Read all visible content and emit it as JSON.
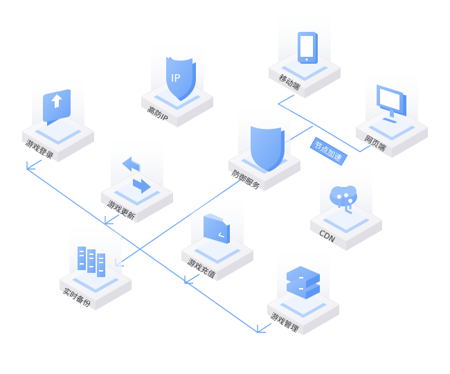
{
  "colors": {
    "line": "#6aa6f8",
    "icon_main": "#8ab8fb",
    "icon_light": "#c6dcfd",
    "icon_dark": "#5c97f4",
    "platform_top": "#f7f7f9",
    "platform_side": "#e9e9ee",
    "plate": "#b7d3fc",
    "tag_bg": "#74aaf9",
    "tag_border": "#4d8ff0"
  },
  "nodes": [
    {
      "id": "game-login",
      "label": "游戏登录",
      "icon": "upload-arrow-icon"
    },
    {
      "id": "anti-ip",
      "label": "高防IP",
      "icon": "ip-shield-icon"
    },
    {
      "id": "mobile",
      "label": "移动端",
      "icon": "tablet-icon"
    },
    {
      "id": "web",
      "label": "网页端",
      "icon": "monitor-icon"
    },
    {
      "id": "defense",
      "label": "防御服务",
      "icon": "shield-icon"
    },
    {
      "id": "game-update",
      "label": "游戏更新",
      "icon": "sync-arrows-icon"
    },
    {
      "id": "cdn",
      "label": "CDN",
      "icon": "cloud-network-icon"
    },
    {
      "id": "game-recharge",
      "label": "游戏充值",
      "icon": "wallet-icon"
    },
    {
      "id": "backup",
      "label": "实时备份",
      "icon": "server-rack-icon"
    },
    {
      "id": "game-manage",
      "label": "游戏管理",
      "icon": "database-icon"
    }
  ],
  "tag": {
    "label": "节点加速"
  }
}
